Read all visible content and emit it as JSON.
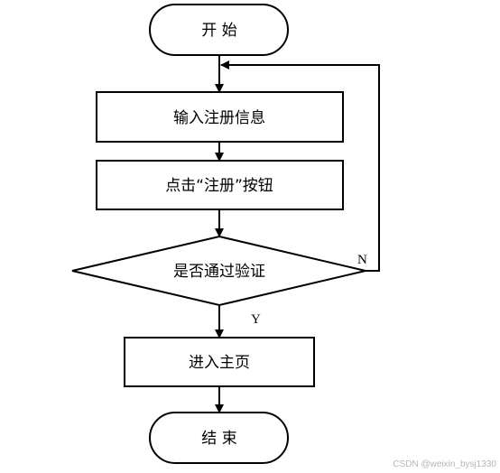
{
  "diagram": {
    "nodes": {
      "start": "开 始",
      "input": "输入注册信息",
      "click": "点击“注册”按钮",
      "decision": "是否通过验证",
      "enter": "进入主页",
      "end": "结 束"
    },
    "branches": {
      "no": "N",
      "yes": "Y"
    }
  },
  "watermark": "CSDN @weixin_bysj1330"
}
